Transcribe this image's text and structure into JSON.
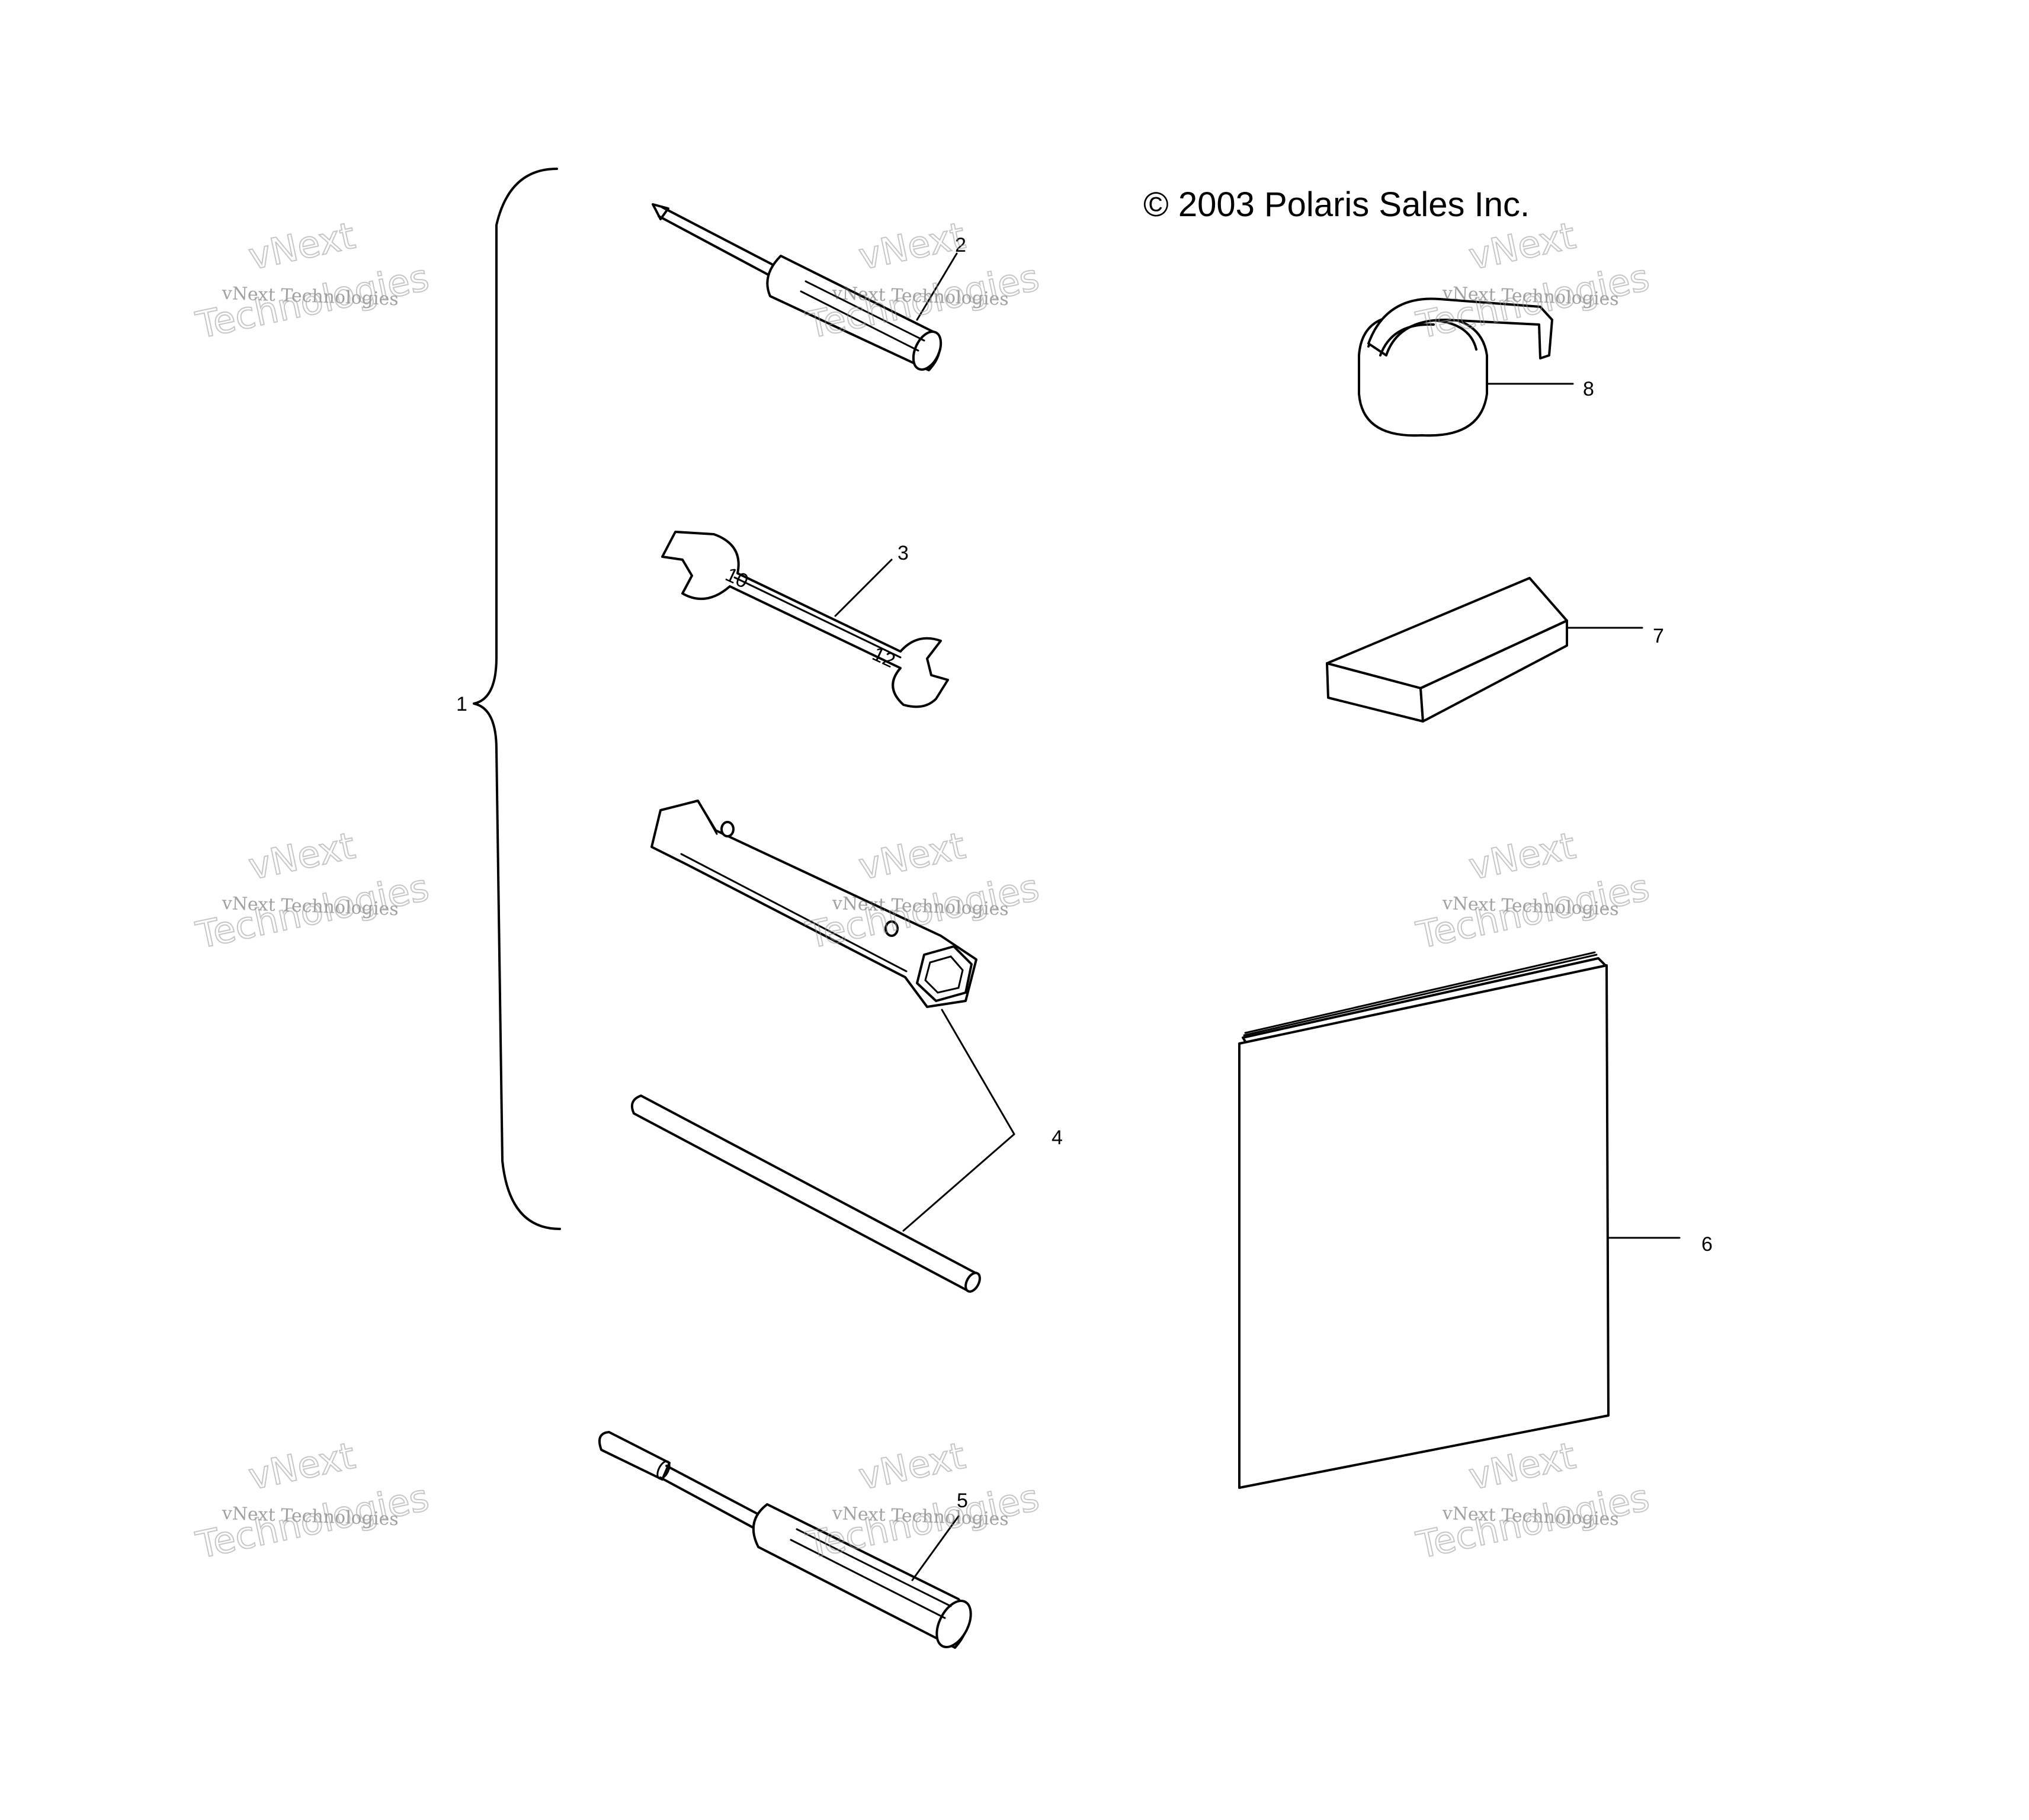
{
  "copyright": "© 2003 Polaris Sales Inc.",
  "watermark": {
    "line_small": "vNext Technologies",
    "line_brand": "vNext",
    "line_big": "Technologies"
  },
  "callouts": {
    "c1": "1",
    "c2": "2",
    "c3": "3",
    "c4": "4",
    "c5": "5",
    "c6": "6",
    "c7": "7",
    "c8": "8"
  },
  "wrench_marks": {
    "a": "10",
    "b": "12"
  }
}
